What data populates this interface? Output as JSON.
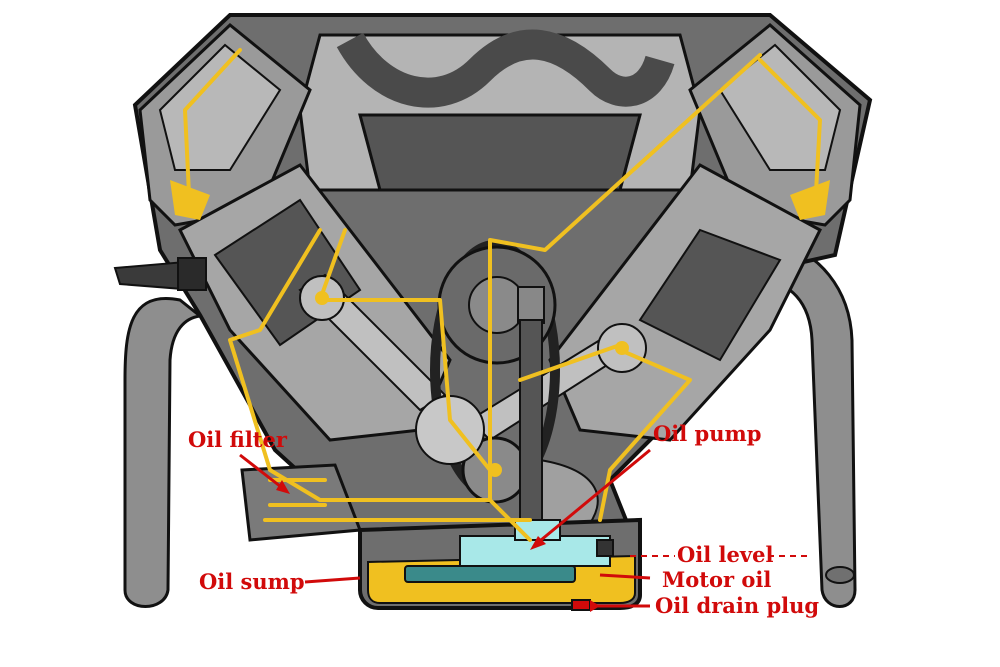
{
  "labels": {
    "oil_filter": "Oil filter",
    "oil_pump": "Oil pump",
    "oil_level": "Oil level",
    "oil_sump": "Oil sump",
    "motor_oil": "Motor oil",
    "oil_drain_plug": "Oil drain plug"
  },
  "colors": {
    "label_red": "#d10a0a",
    "oil_yellow": "#f0c020",
    "engine_light": "#b4b4b4",
    "engine_mid": "#8a8a8a",
    "engine_dark": "#555555",
    "pump_cyan": "#a8e8e8",
    "outline": "#111111"
  }
}
